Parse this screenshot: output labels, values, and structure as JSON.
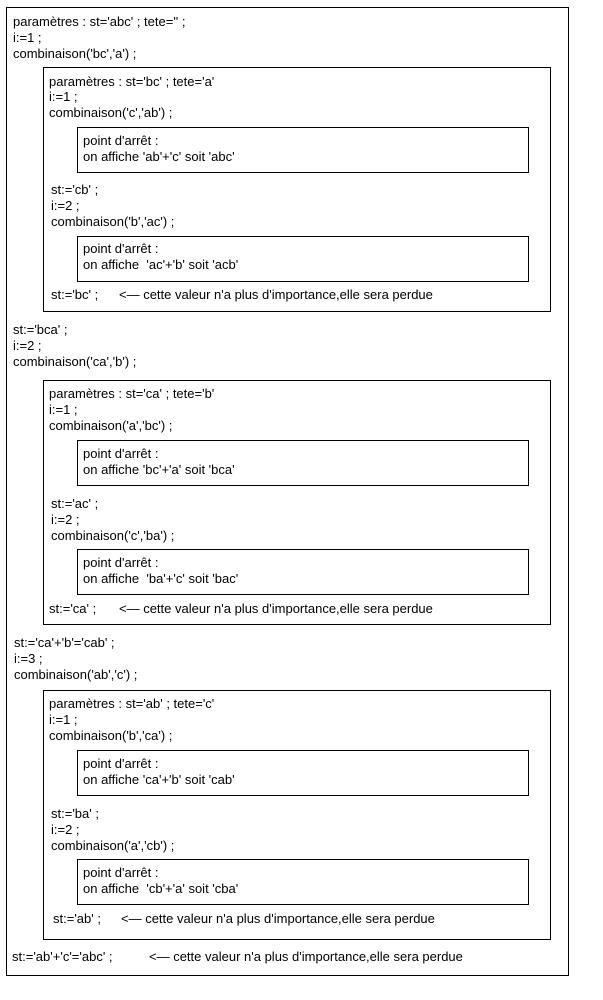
{
  "outer": {
    "lines": [
      "paramètres : st='abc' ; tete='' ;",
      "i:=1 ;",
      "combinaison('bc','a') ;"
    ],
    "after1": [
      "st:='bca' ;",
      "i:=2 ;",
      "combinaison('ca','b') ;"
    ],
    "after2": [
      "st:='ca'+'b'='cab' ;",
      "i:=3 ;",
      "combinaison('ab','c') ;"
    ],
    "final_left": "st:='ab'+'c'='abc' ;",
    "final_arrow": "<— cette valeur n'a plus d'importance,elle sera perdue"
  },
  "calls": [
    {
      "lines": [
        "paramètres : st='bc' ; tete='a'",
        "i:=1 ;",
        "combinaison('c','ab') ;"
      ],
      "break1": [
        "point d'arrêt :",
        "on affiche 'ab'+'c' soit 'abc'"
      ],
      "mid": [
        "st:='cb' ;",
        "i:=2 ;",
        "combinaison('b','ac') ;"
      ],
      "break2": [
        "point d'arrêt :",
        "on affiche  'ac'+'b' soit 'acb'"
      ],
      "end_left": "st:='bc' ;",
      "end_arrow": "<— cette valeur n'a plus d'importance,elle sera perdue"
    },
    {
      "lines": [
        "paramètres : st='ca' ; tete='b'",
        "i:=1 ;",
        "combinaison('a','bc') ;"
      ],
      "break1": [
        "point d'arrêt :",
        "on affiche 'bc'+'a' soit 'bca'"
      ],
      "mid": [
        "st:='ac' ;",
        "i:=2 ;",
        "combinaison('c','ba') ;"
      ],
      "break2": [
        "point d'arrêt :",
        "on affiche  'ba'+'c' soit 'bac'"
      ],
      "end_left": "st:='ca' ;",
      "end_arrow": "<— cette valeur n'a plus d'importance,elle sera perdue"
    },
    {
      "lines": [
        "paramètres : st='ab' ; tete='c'",
        "i:=1 ;",
        "combinaison('b','ca') ;"
      ],
      "break1": [
        "point d'arrêt :",
        "on affiche 'ca'+'b' soit 'cab'"
      ],
      "mid": [
        "st:='ba' ;",
        "i:=2 ;",
        "combinaison('a','cb') ;"
      ],
      "break2": [
        "point d'arrêt :",
        "on affiche  'cb'+'a' soit 'cba'"
      ],
      "end_left": "st:='ab' ;",
      "end_arrow": "<— cette valeur n'a plus d'importance,elle sera perdue"
    }
  ]
}
